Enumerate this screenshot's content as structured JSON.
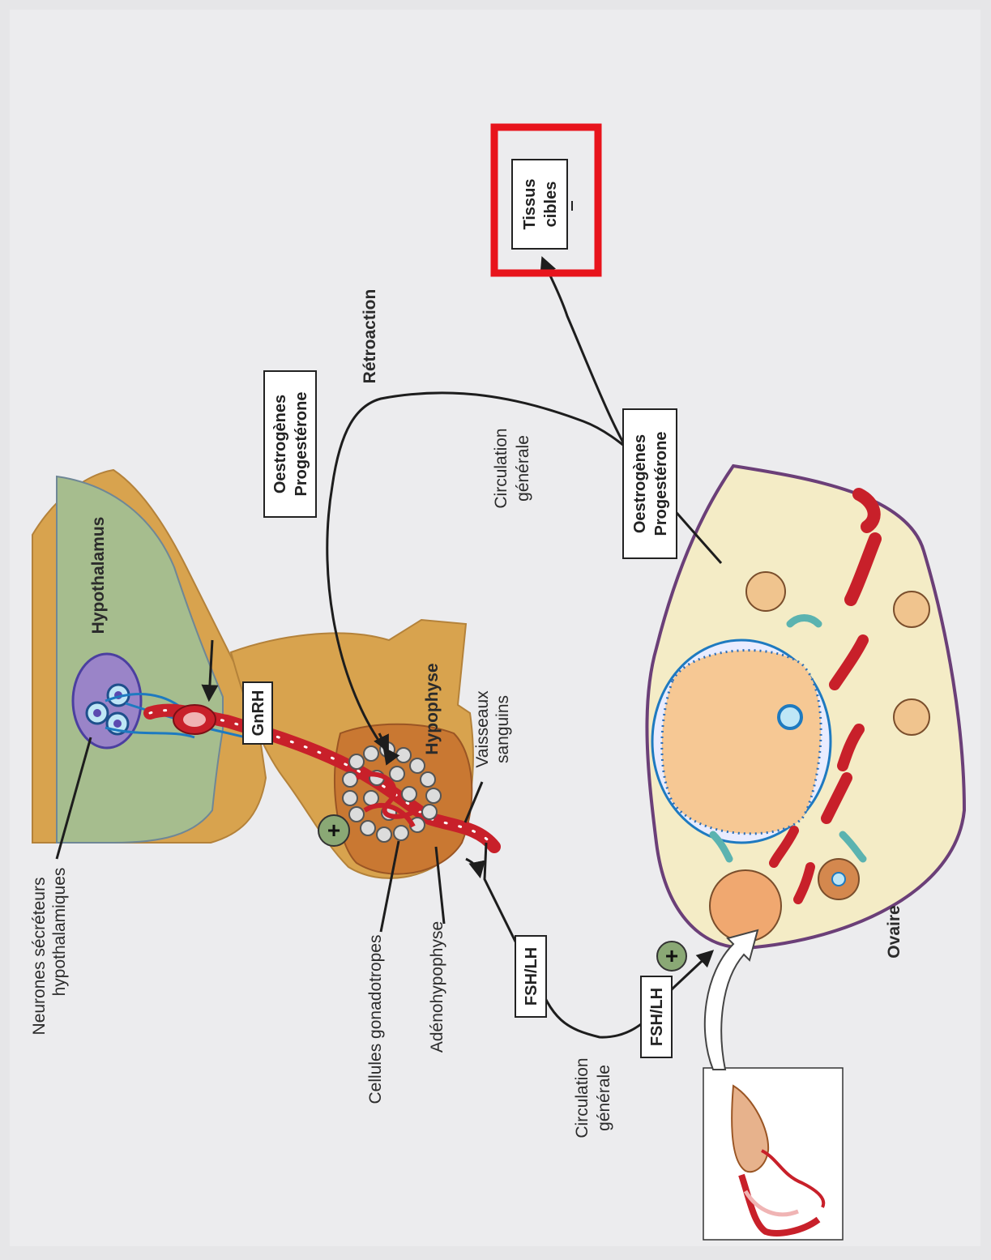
{
  "labels": {
    "hypothalamus": "Hypothalamus",
    "hypophyse": "Hypophyse",
    "ovaire": "Ovaire",
    "neurones_1": "Neurones sécréteurs",
    "neurones_2": "hypothalamiques",
    "cellules": "Cellules gonadotropes",
    "adeno": "Adénohypophyse",
    "vaisseaux_1": "Vaisseaux",
    "vaisseaux_2": "sanguins",
    "circ_top_1": "Circulation",
    "circ_top_2": "générale",
    "circ_bottom_1": "Circulation",
    "circ_bottom_2": "générale",
    "retroaction": "Rétroaction"
  },
  "boxes": {
    "gnrh": "GnRH",
    "fsh_lh_1": "FSH/LH",
    "fsh_lh_2": "FSH/LH",
    "oestro_top_1": "Oestrogènes",
    "oestro_top_2": "Progestérone",
    "oestro_mid_1": "Oestrogènes",
    "oestro_mid_2": "Progestérone",
    "tissus_1": "Tissus",
    "tissus_2": "cibles"
  },
  "symbols": {
    "plus_1": "+",
    "plus_2": "+"
  },
  "colors": {
    "highlight": "#e8141c",
    "hypothalamus": "#a6bd8e",
    "hypophyse": "#d8a34e",
    "ovary": "#f4ecc6",
    "vessel": "#c8202a",
    "neuron": "#1e7ac0",
    "plus_badge": "#8aa875"
  }
}
